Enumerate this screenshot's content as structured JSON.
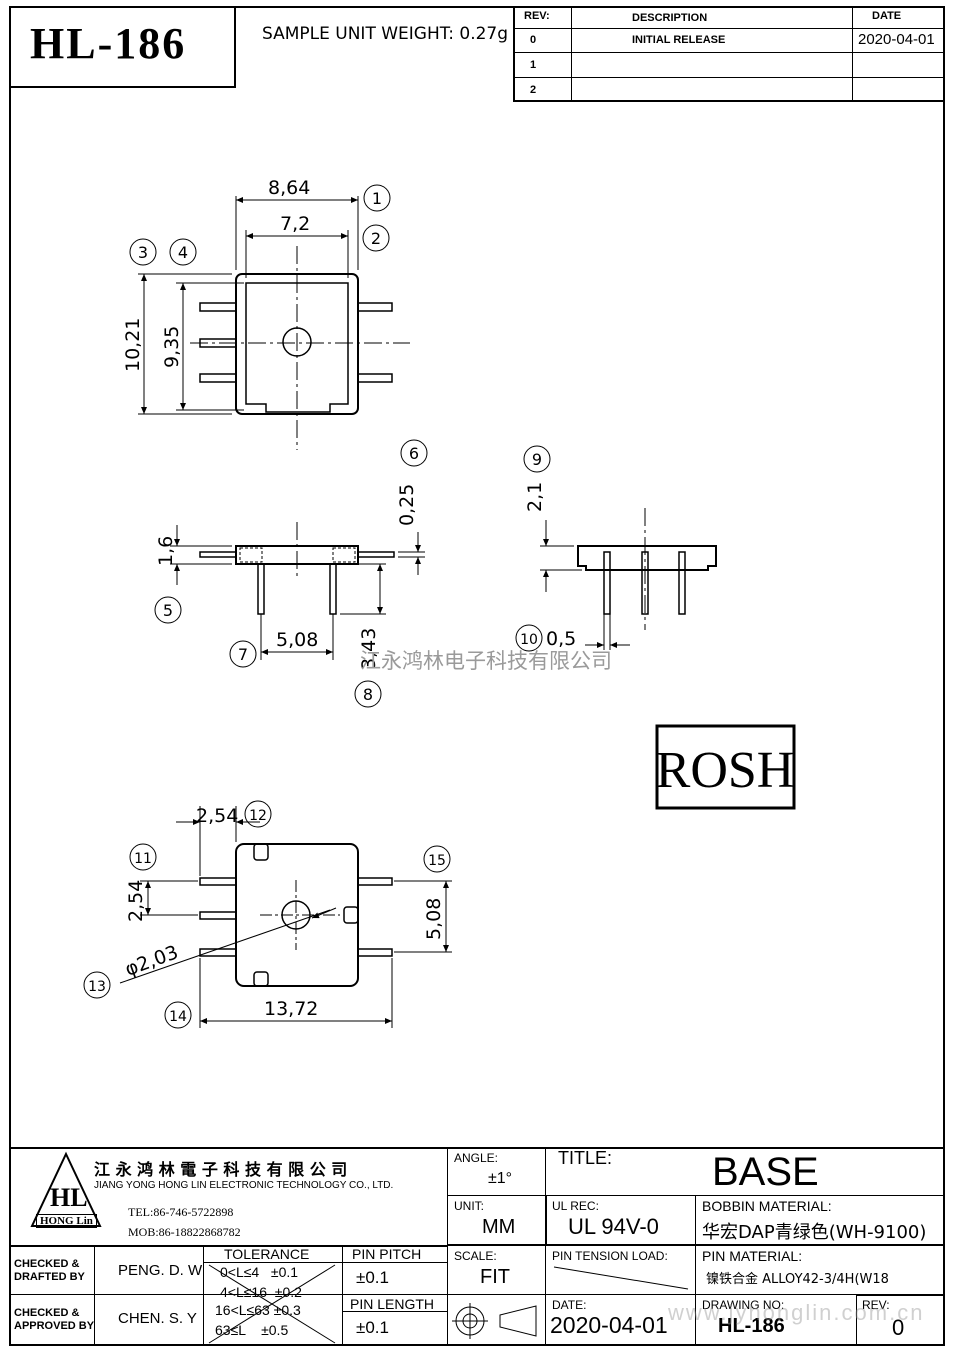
{
  "header": {
    "part_no": "HL-186",
    "sample_weight": "SAMPLE UNIT WEIGHT: 0.27g",
    "rev_table": {
      "col_rev": "REV:",
      "col_desc": "DESCRIPTION",
      "col_date": "DATE",
      "rows": [
        {
          "rev": "0",
          "desc": "INITIAL RELEASE",
          "date": "2020-04-01"
        },
        {
          "rev": "1",
          "desc": "",
          "date": ""
        },
        {
          "rev": "2",
          "desc": "",
          "date": ""
        }
      ]
    }
  },
  "drawing": {
    "top_view": {
      "dim_outer_w": "8,64",
      "dim_inner_w": "7,2",
      "dim_outer_h": "10,21",
      "dim_inner_h": "9,35",
      "balloons": [
        "1",
        "2",
        "3",
        "4"
      ]
    },
    "side_view": {
      "dim_height": "1,6",
      "dim_flange": "0,25",
      "dim_pin_spacing": "5,08",
      "dim_pin_len": "3,43",
      "balloons": [
        "5",
        "6",
        "7",
        "8"
      ]
    },
    "end_view": {
      "dim_height": "2,1",
      "dim_pin_dia": "0,5",
      "balloons": [
        "9",
        "10"
      ]
    },
    "bottom_view": {
      "dim_pin_offset": "2,54",
      "dim_pitch": "2,54",
      "dim_hole": "φ2,03",
      "dim_span": "5,08",
      "dim_length": "13,72",
      "balloons": [
        "11",
        "12",
        "13",
        "14",
        "15"
      ]
    },
    "watermark_center": "江永鸿林电子科技有限公司",
    "rosh_mark": "ROSH"
  },
  "title_block": {
    "company_cn": "江 永 鸿 林 電 子 科 技 有 限 公 司",
    "company_en": "JIANG YONG HONG LIN ELECTRONIC TECHNOLOGY CO., LTD.",
    "logo_text": "HL",
    "logo_sub": "HONG Lin",
    "tel": "TEL:86-746-5722898",
    "mob": "MOB:86-18822868782",
    "angle_label": "ANGLE:",
    "angle_value": "±1°",
    "title_label": "TITLE:",
    "title_value": "BASE",
    "unit_label": "UNIT:",
    "unit_value": "MM",
    "ul_label": "UL REC:",
    "ul_value": "UL 94V-0",
    "bobbin_label": "BOBBIN MATERIAL:",
    "bobbin_value": "华宏DAP青绿色(WH-9100)",
    "checked_drafted_1": "CHECKED &",
    "checked_drafted_2": "DRAFTED BY",
    "drafter": "PENG. D. W",
    "tolerance_label": "TOLERANCE",
    "tolerances": [
      "0<L≤4   ±0.1",
      "4<L≤16  ±0.2",
      "16<L≤63 ±0.3",
      "63≤L    ±0.5"
    ],
    "pin_pitch_label": "PIN PITCH",
    "pin_pitch_value": "±0.1",
    "scale_label": "SCALE:",
    "scale_value": "FIT",
    "pin_tension_label": "PIN TENSION LOAD:",
    "pin_material_label": "PIN MATERIAL:",
    "pin_material_value": "镍铁合金 ALLOY42-3/4H(W18",
    "checked_approved_1": "CHECKED &",
    "checked_approved_2": "APPROVED BY",
    "approver": "CHEN. S. Y",
    "pin_length_label": "PIN LENGTH",
    "pin_length_value": "±0.1",
    "date_label": "DATE:",
    "date_value": "2020-04-01",
    "drawing_no_label": "DRAWING NO:",
    "drawing_no_value": "HL-186",
    "rev_label": "REV:",
    "rev_value": "0",
    "watermark_url": "www.jyhonglin.com.cn"
  }
}
